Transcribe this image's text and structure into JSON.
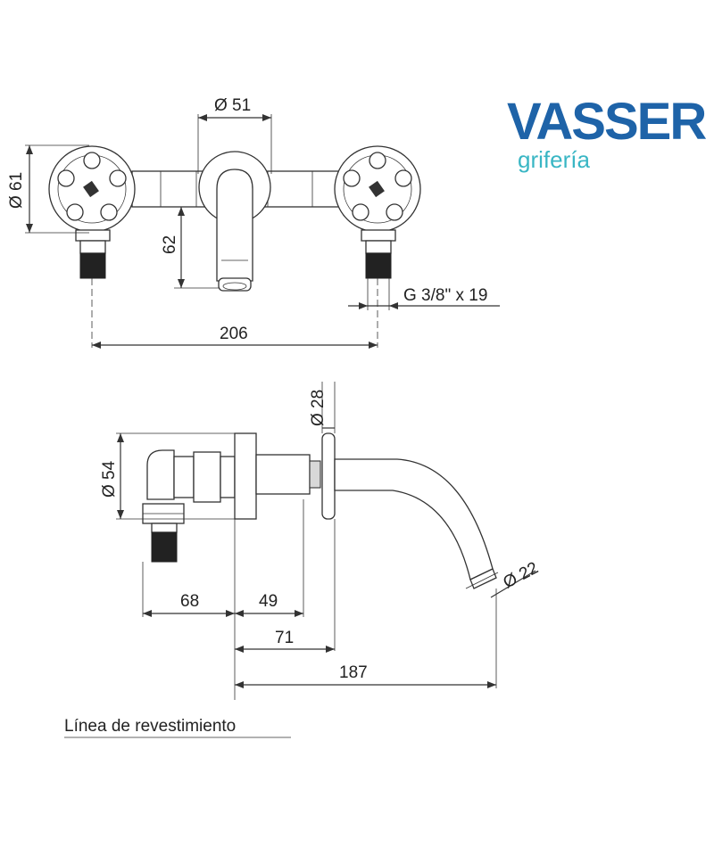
{
  "brand": {
    "name": "VASSER",
    "subtitle": "grifería",
    "primary_color": "#1e63a8",
    "accent_color": "#39b6c4"
  },
  "dimensions": {
    "front_spout_diameter": "Ø 51",
    "front_handle_diameter": "Ø 61",
    "front_height": "62",
    "front_thread": "G 3/8\" x 19",
    "front_width": "206",
    "side_flange_diameter": "Ø 28",
    "side_body_diameter": "Ø 54",
    "side_outlet_diameter": "Ø 22",
    "side_depth_a": "68",
    "side_depth_b": "49",
    "side_depth_c": "71",
    "side_depth_total": "187"
  },
  "caption": "Línea de revestimiento"
}
